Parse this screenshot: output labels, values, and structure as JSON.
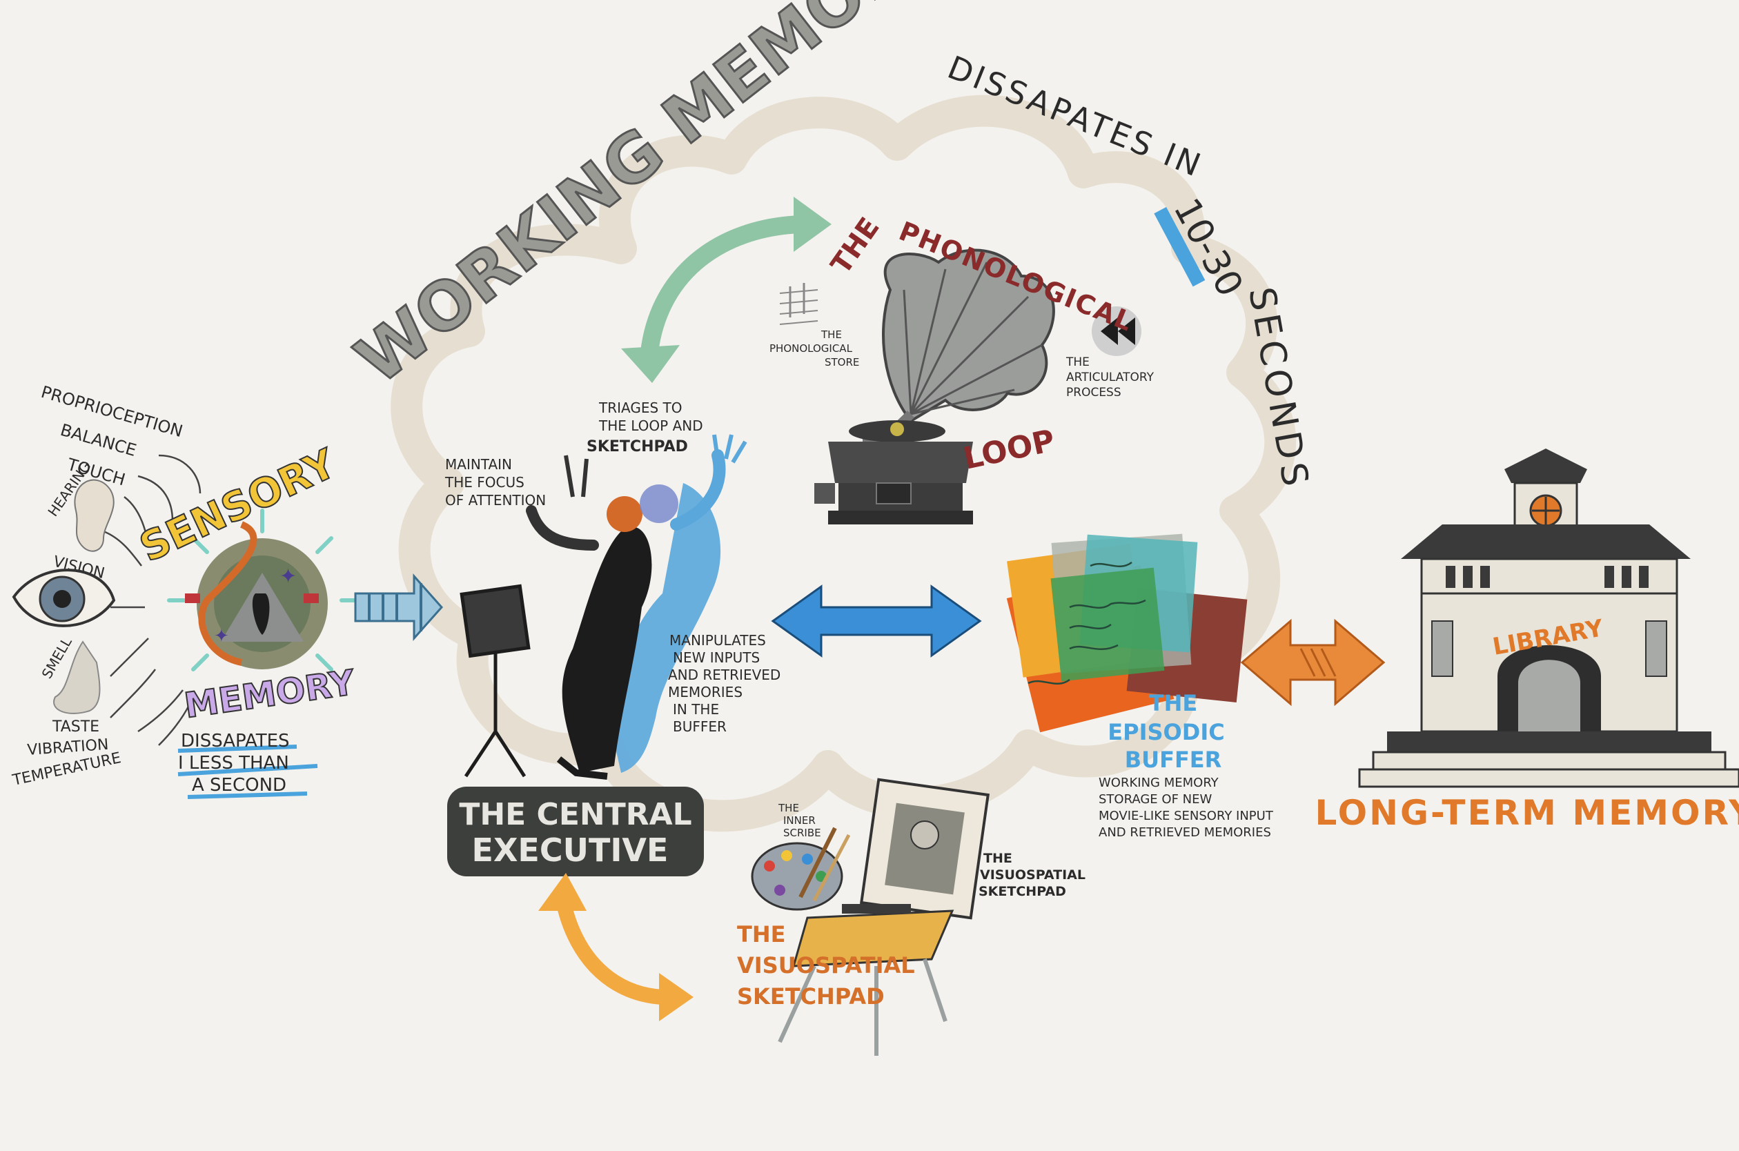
{
  "working_memory": {
    "title": "WORKING MEMORY",
    "dissipates_prefix": "DISSAPATES IN",
    "dissipates_time": "10-30",
    "dissipates_unit": "SECONDS"
  },
  "sensory_memory": {
    "title_line1": "SENSORY",
    "title_line2": "MEMORY",
    "dissipates_lines": [
      "DISSAPATES",
      "I LESS THAN",
      "A SECOND"
    ],
    "senses": {
      "proprioception": "PROPRIOCEPTION",
      "balance": "BALANCE",
      "touch": "TOUCH",
      "hearing": "HEARING",
      "vision": "VISION",
      "smell": "SMELL",
      "taste": "TASTE",
      "vibration": "VIBRATION",
      "temperature": "TEMPERATURE"
    }
  },
  "central_executive": {
    "title_line1": "THE CENTRAL",
    "title_line2": "EXECUTIVE",
    "maintain_lines": [
      "MAINTAIN",
      "THE FOCUS",
      "OF ATTENTION"
    ],
    "triages_lines": [
      "TRIAGES TO",
      "THE LOOP AND",
      "SKETCHPAD"
    ],
    "manipulates_lines": [
      "MANIPULATES",
      "NEW INPUTS",
      "AND RETRIEVED",
      "MEMORIES",
      "IN THE",
      "BUFFER"
    ]
  },
  "phonological_loop": {
    "title_the": "THE",
    "title_main": "PHONOLOGICAL",
    "title_loop": "LOOP",
    "store_lines": [
      "THE",
      "PHONOLOGICAL",
      "STORE"
    ],
    "articulatory_lines": [
      "THE",
      "ARTICULATORY",
      "PROCESS"
    ]
  },
  "episodic_buffer": {
    "title_lines": [
      "THE",
      "EPISODIC",
      "BUFFER"
    ],
    "desc_lines": [
      "WORKING MEMORY",
      "STORAGE OF NEW",
      "MOVIE-LIKE SENSORY INPUT",
      "AND RETRIEVED MEMORIES"
    ]
  },
  "visuospatial": {
    "title_lines": [
      "THE",
      "VISUOSPATIAL",
      "SKETCHPAD"
    ],
    "inner_scribe_lines": [
      "THE",
      "INNER",
      "SCRIBE"
    ],
    "side_label_lines": [
      "THE",
      "VISUOSPATIAL",
      "SKETCHPAD"
    ]
  },
  "long_term_memory": {
    "title": "LONG-TERM MEMORY",
    "library_label": "LIBRARY"
  },
  "colors": {
    "background": "#f4f2ee",
    "cloud": "#e8e1d3",
    "title_gray": "#9a9a95",
    "executive_dark": "#3d3f3d",
    "phono_red": "#8a2a2a",
    "buffer_blue": "#4aa3dc",
    "sketch_orange": "#d4702a",
    "ltm_orange": "#e07a2a",
    "arrow_green": "#8fc4a5",
    "arrow_blue": "#3a8fd6",
    "arrow_orange": "#f2a940"
  }
}
